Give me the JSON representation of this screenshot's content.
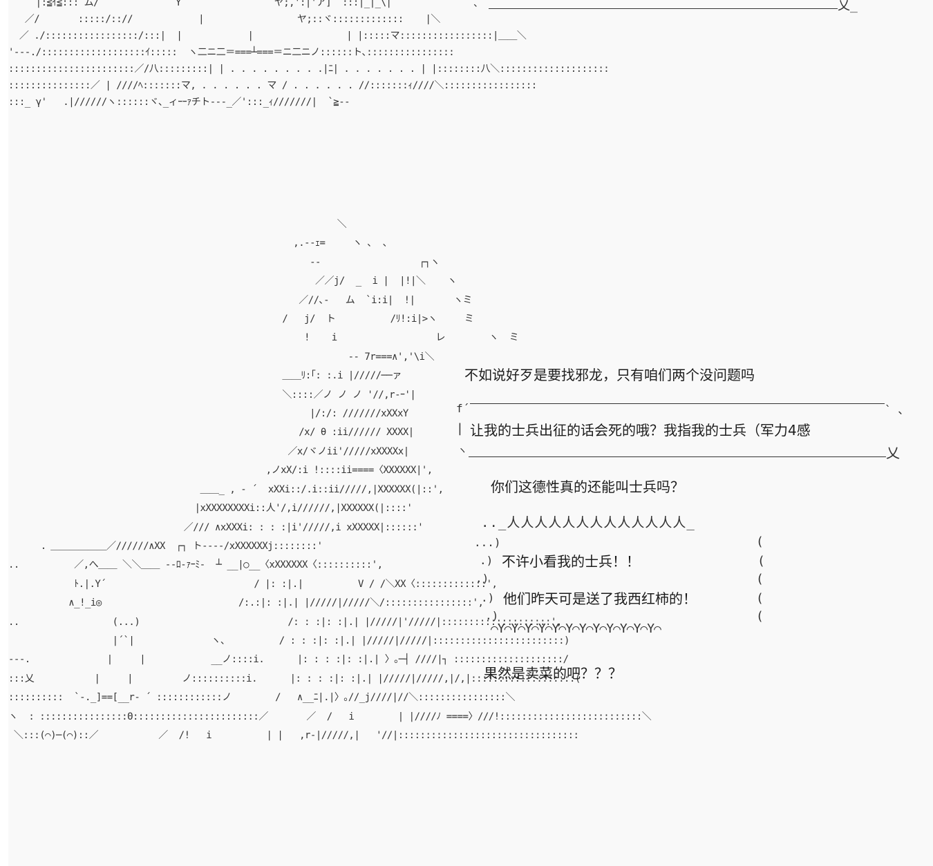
{
  "art": {
    "top_scene": [
      "     |:≦ｲ≦::: ム/              Y                 ヤ;,':|'ア]  :::|_|_\\|",
      "   ／/       :::::/:://            |                 ヤ;::ヾ:::::::::::::    |＼",
      "  ／ ./:::::::::::::::::/:::|  |            |                 | |:::::マ:::::::::::::::::|＿＿＼",
      "'‐‐‐./:::::::::::::::::::ｲ:::::  ヽ二ニ二＝===┴===＝ニ二ニノ::::::ト､::::::::::::::::",
      ":::::::::::::::::::::::／/八:::::::::| | . . . . . . . . .|ﾆ| . . . . . . . | |::::::::八＼::::::::::::::::::::",
      ":::::::::::::::／ | ////ﾍ:::::::マ, . . . . . . マ / . . . . . . //:::::::ｨ////＼:::::::::::::::::",
      ":::_ γ'   .|//////ヽ::::::ヾ､_ィｰｰｧチト‐‐‐_／':::_ｨ///////|  `≧‐‐"
    ],
    "main_figure": [
      "                                                            ＼",
      "                                                    ,.‐‐ｪ=     ヽ ､  ､",
      "                                                       ‐‐                  ┌┐ヽ",
      "                                                        ／／j/  _  i |  |!|＼    ヽ",
      "                                                     ／//､‐   ム  `i:i|  !|       ヽミ",
      "                                                  /   j/  ト          /ﾘ!:i|>ヽ     ミ",
      "                                                      !    i                  レ        ヽ  ミ",
      "                                                              ‐‐ 7r===∧','\\i＼",
      "                                                  ＿＿ﾘ:｢: :.i |/////──ァ",
      "                                                  ＼::::／ノ ノ ノ '//,r‐ｰ'|",
      "                                                       |/:/: ///////xXXxY",
      "                                                     /x/ θ :ii////// XXXX|",
      "                                                   ／x/ヾノii'/////xXXXXx|",
      "                                               ,ノxX/:i !::::ii====〈XXXXXX|',",
      "                                   ＿＿_ , ‐ ´  xXXi::/.i::ii/////,|XXXXXX(|::',",
      "                                  |xXXXXXXXXi::人'/,i//////,|XXXXXX(|::::'",
      "                                ／/// ∧xXXXi: : : :|i'/////,i xXXXXX|::::::'",
      "      ．＿＿＿＿＿＿／//////∧XX  ┌┐ ト‐‐‐-/xXXXXXXj::::::::'",
      "..          ／,へ＿＿ ＼＼＿＿ ‐‐ﾛ‐ｧｰﾐ‐  ┴ __|○__〈xXXXXXX〈::::::::::',",
      "            ﾄ.|.Y´                           / |: :|.|          V / /＼XX〈:::::::::::::',",
      "           ∧_!_i◎                         /:.:|: :|.| |/////|/////＼/::::::::::::::::',",
      "..                 (...)                           /: : :|: :|.| |/////|'/////|::::::::::::::::::::',",
      "                   |´`|              ヽ、         / : : :|: :|.| |/////|/////|::::::::::::::::::::::::)",
      "---.              |     |            __ノ::::i.      |: : : :|: :|.| 〉｡─┤ ////|┐ ::::::::::::::::::::/",
      ":::乂           |     |         ノ::::::::::i.      |: : : :|: :|.| |/////|/////,|/,|:::::::::::::::::::(",
      "::::::::::  `‐._]==[__r‐ ´ ::::::::::::ノ        /   ∧__ﾆ|.|〉｡//_j////|//＼::::::::::::::::＼",
      "ヽ  : ::::::::::::::::Θ:::::::::::::::::::::::／       ／  /   i        | |////ﾉ ====〉///!::::::::::::::::::::::::::＼",
      " ＼:::(⌒)─(⌒)::／           ／  /!   i          | |   ,r‐|/////,|   '//|:::::::::::::::::::::::::::::::::"
    ]
  },
  "dialogue": {
    "line1": "不如说好歹是要找邪龙，只有咱们两个没问题吗",
    "line2": "让我的士兵出征的话会死的哦？我指我的士兵（军力4感",
    "line3": "你们这德性真的还能叫士兵吗？",
    "line4": "不许小看我的士兵！！",
    "line5": "他们昨天可是送了我西红柿的！",
    "line6": "果然是卖菜的吧？？？"
  },
  "box_top": {
    "left_edge_1": "f´",
    "left_edge_2": "|",
    "left_edge_3": "ヽ",
    "right_top": "` 、",
    "right_bottom": "乂",
    "top_right_tail": "乂_",
    "top_left_tail": "、"
  },
  "shout_box": {
    "top": ".._人人人人人人人人人人人人人_",
    "bottom": "⌒Y⌒Y⌒Y⌒Y⌒Y⌒Y⌒Y⌒Y⌒Y⌒Y⌒Y⌒Y⌒",
    "left_1": "...)",
    "left_2": ".)",
    "left_3": ".)",
    "left_4": ".)",
    "left_5": ".)",
    "right": "("
  }
}
